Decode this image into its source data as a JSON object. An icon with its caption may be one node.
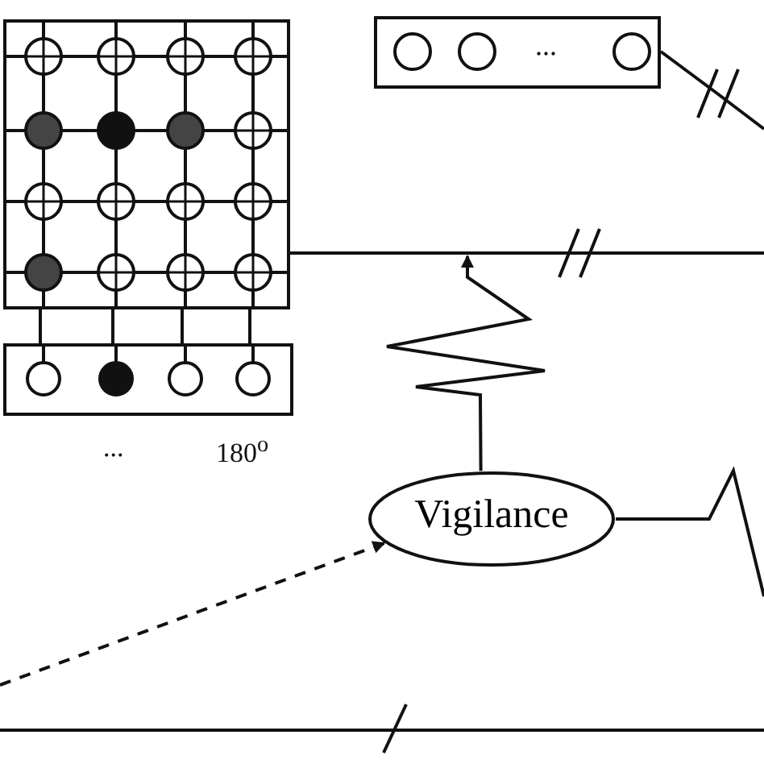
{
  "diagram": {
    "nodes": [
      {
        "text": [],
        "shape": "box"
      },
      {
        "text": [],
        "shape": "box",
        "beside": [
          "...",
          "180$^{o}$"
        ]
      },
      {
        "text": [
          "..."
        ]
      },
      {
        "text": [
          "Vigilance"
        ]
      }
    ],
    "edges": [
      {
        "from": 1,
        "to": 0,
        "arrow": "none"
      },
      {
        "from": 1,
        "to": 0,
        "arrow": "none"
      },
      {
        "from": 1,
        "to": 0,
        "arrow": "none"
      },
      {
        "from": 1,
        "to": 0,
        "arrow": "none"
      },
      {
        "from": 0,
        "to": null,
        "arrow": "none"
      },
      {
        "from": 2,
        "to": null,
        "arrow": "none"
      },
      {
        "from": 3,
        "to": null,
        "arrow": "to"
      },
      {
        "from": 3,
        "to": null,
        "arrow": "none"
      },
      {
        "from": null,
        "to": 3,
        "arrow": "to",
        "style": "dashed"
      }
    ]
  }
}
